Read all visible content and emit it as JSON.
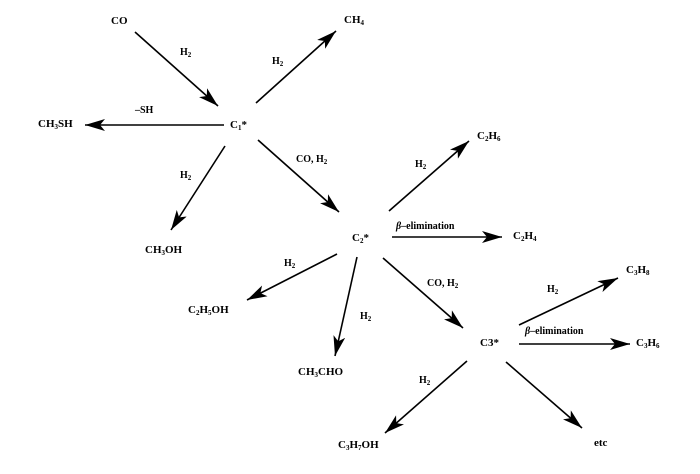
{
  "nodes": {
    "co": {
      "text": "CO"
    },
    "ch4": {
      "pre": "CH",
      "sub": "4"
    },
    "c1": {
      "pre": "C",
      "sub": "1",
      "post": "*"
    },
    "ch3sh": {
      "pre": "CH",
      "sub": "3",
      "post": "SH"
    },
    "ch3oh": {
      "pre": "CH",
      "sub": "3",
      "post": "OH"
    },
    "c2h6": {
      "a": "C",
      "s1": "2",
      "b": "H",
      "s2": "6"
    },
    "c2": {
      "pre": "C",
      "sub": "2",
      "post": "*"
    },
    "c2h4": {
      "a": "C",
      "s1": "2",
      "b": "H",
      "s2": "4"
    },
    "c2h5oh": {
      "a": "C",
      "s1": "2",
      "b": "H",
      "s2": "5",
      "c": "OH"
    },
    "ch3cho": {
      "pre": "CH",
      "sub": "3",
      "post": "CHO"
    },
    "c3": {
      "text": "C3*"
    },
    "c3h8": {
      "a": "C",
      "s1": "3",
      "b": "H",
      "s2": "8"
    },
    "c3h6": {
      "a": "C",
      "s1": "3",
      "b": "H",
      "s2": "6"
    },
    "c3h7oh": {
      "a": "C",
      "s1": "3",
      "b": "H",
      "s2": "7",
      "c": "OH"
    },
    "etc": {
      "text": "etc"
    }
  },
  "labels": {
    "h2": {
      "pre": "H",
      "sub": "2"
    },
    "sh": "–SH",
    "co_h2": {
      "pre": "CO,  H",
      "sub": "2"
    },
    "beta": {
      "greek": "β",
      "rest": "–elimination"
    }
  }
}
